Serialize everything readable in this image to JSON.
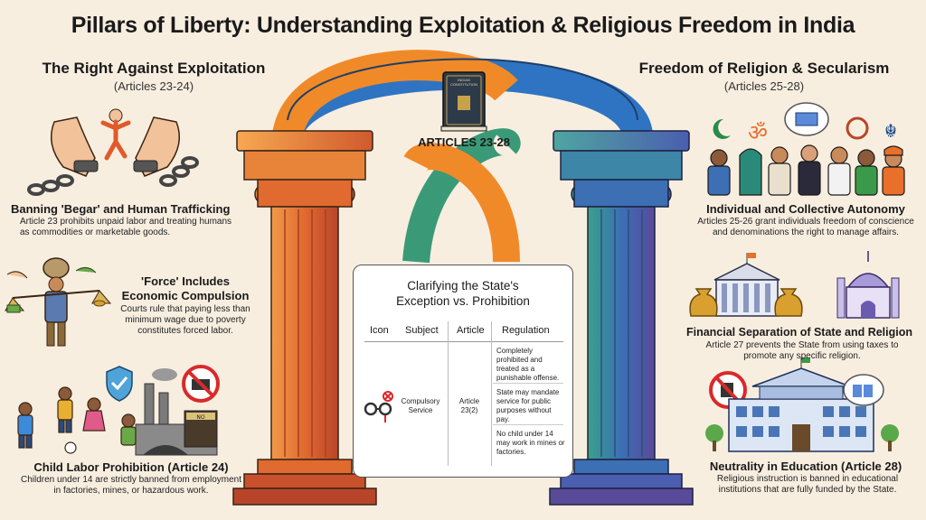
{
  "title": "Pillars of Liberty: Understanding Exploitation & Religious Freedom in India",
  "left": {
    "heading": "The Right Against Exploitation",
    "subheading": "(Articles 23-24)",
    "items": [
      {
        "heading": "Banning 'Begar' and Human Trafficking",
        "body": "Article 23 prohibits unpaid labor and treating humans as commodities or marketable goods."
      },
      {
        "heading_line1": "'Force' Includes",
        "heading_line2": "Economic Compulsion",
        "body": "Courts rule that paying less than minimum wage due to poverty constitutes forced labor."
      },
      {
        "heading": "Child Labor Prohibition (Article 24)",
        "body": "Children under 14 are strictly banned from employment in factories, mines, or hazardous work."
      }
    ]
  },
  "right": {
    "heading": "Freedom of Religion & Secularism",
    "subheading": "(Articles 25-28)",
    "items": [
      {
        "heading": "Individual and Collective Autonomy",
        "body": "Articles 25-26 grant individuals freedom of conscience and denominations the right to manage affairs."
      },
      {
        "heading": "Financial Separation of State and Religion",
        "body": "Article 27 prevents the State from using taxes to promote any specific religion."
      },
      {
        "heading": "Neutrality in Education (Article 28)",
        "body": "Religious instruction is banned in educational institutions that are fully funded by the State."
      }
    ]
  },
  "center": {
    "arch_label": "ARTICLES 23-28",
    "book_label": "INDIAN CONSTITUTION",
    "panel": {
      "title_line1": "Clarifying the State's",
      "title_line2": "Exception vs. Prohibition",
      "headers": [
        "Icon",
        "Subject",
        "Article",
        "Regulation"
      ],
      "subject": "Compulsory Service",
      "article": "Article 23(2)",
      "regulations": [
        "Completely prohibited and treated as a punishable offense.",
        "State may mandate service for public purposes without pay.",
        "No child under 14 may work in mines or factories."
      ]
    }
  },
  "icons": {
    "left": [
      "broken-chains-icon",
      "money-scale-icon",
      "child-labor-icon"
    ],
    "right": [
      "religious-symbols-icon",
      "money-bag-icon",
      "school-building-icon"
    ],
    "panel": "handcuffs-icon"
  },
  "colors": {
    "background": "#f8eee0",
    "pillar_left": "#e06a30",
    "pillar_right": "#3c6fb4",
    "arch_orange": "#f08a28",
    "arch_blue": "#2f74c2",
    "arch_green": "#3a9a78"
  },
  "sign_text": "NO"
}
